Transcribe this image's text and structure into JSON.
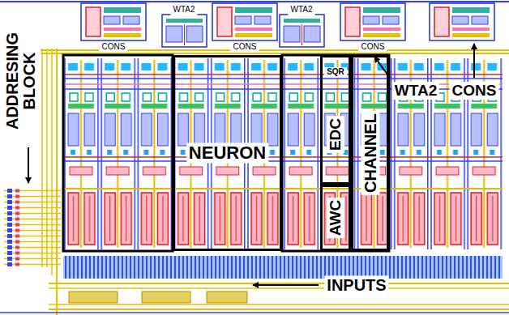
{
  "diagram": {
    "nodes": [
      {
        "text": [
          "NEURON"
        ]
      },
      {
        "text": [
          "SQR",
          "EDC"
        ]
      },
      {
        "text": [
          "AWC"
        ]
      },
      {
        "text": [
          "CHANNEL"
        ]
      }
    ],
    "labels": [
      "WTA2",
      "WTA2",
      "CONS",
      "CONS",
      "CONS",
      "ADDRESING BLOCK",
      "WTA2",
      "CONS",
      "INPUTS"
    ]
  }
}
